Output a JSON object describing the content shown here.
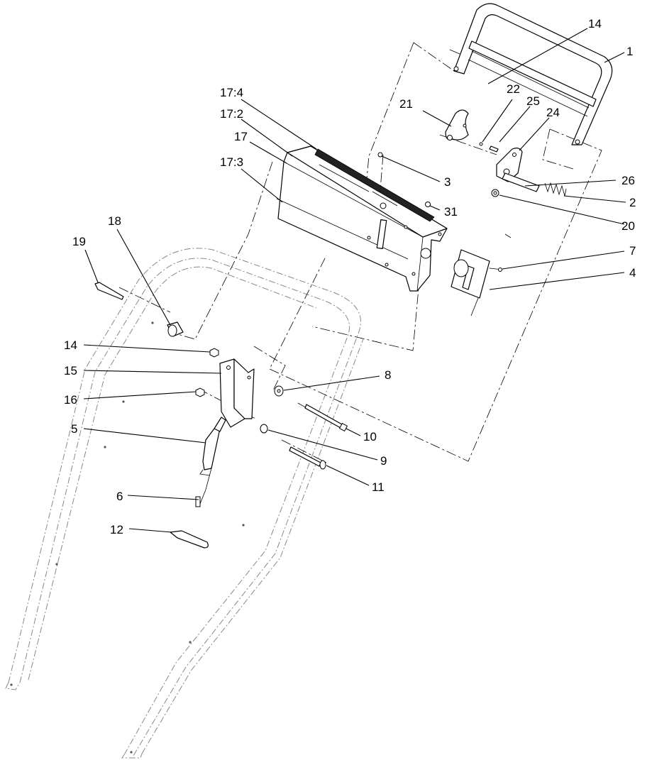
{
  "callouts": {
    "c1": "1",
    "c14_top": "14",
    "c22": "22",
    "c25": "25",
    "c24": "24",
    "c21": "21",
    "c17_4": "17:4",
    "c17_2": "17:2",
    "c17": "17",
    "c17_3": "17:3",
    "c3": "3",
    "c26": "26",
    "c2": "2",
    "c31": "31",
    "c20": "20",
    "c7": "7",
    "c4": "4",
    "c18": "18",
    "c19": "19",
    "c14_mid": "14",
    "c15": "15",
    "c16": "16",
    "c8": "8",
    "c5": "5",
    "c10": "10",
    "c9": "9",
    "c11": "11",
    "c6": "6",
    "c12": "12"
  }
}
